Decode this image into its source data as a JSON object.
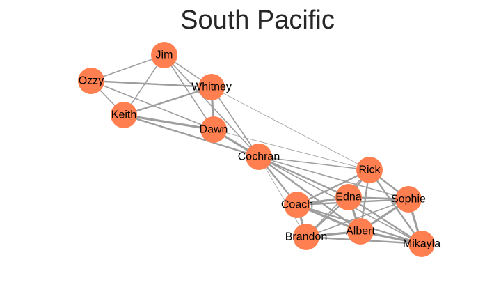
{
  "title": "South Pacific",
  "colors": {
    "node": "#FF7F50",
    "edge": "#9E9E9E",
    "background": "#FFFFFF",
    "title": "#262626",
    "label": "#000000"
  },
  "nodes": [
    "Jim",
    "Ozzy",
    "Whitney",
    "Keith",
    "Dawn",
    "Cochran",
    "Rick",
    "Edna",
    "Sophie",
    "Coach",
    "Albert",
    "Brandon",
    "Mikayla"
  ],
  "edges": [
    {
      "source": "Ozzy",
      "target": "Jim",
      "weight": 2
    },
    {
      "source": "Ozzy",
      "target": "Whitney",
      "weight": 3
    },
    {
      "source": "Ozzy",
      "target": "Keith",
      "weight": 2
    },
    {
      "source": "Ozzy",
      "target": "Dawn",
      "weight": 2
    },
    {
      "source": "Jim",
      "target": "Whitney",
      "weight": 2
    },
    {
      "source": "Jim",
      "target": "Keith",
      "weight": 2
    },
    {
      "source": "Jim",
      "target": "Dawn",
      "weight": 2
    },
    {
      "source": "Jim",
      "target": "Cochran",
      "weight": 2
    },
    {
      "source": "Whitney",
      "target": "Keith",
      "weight": 3
    },
    {
      "source": "Whitney",
      "target": "Dawn",
      "weight": 4
    },
    {
      "source": "Whitney",
      "target": "Cochran",
      "weight": 2
    },
    {
      "source": "Whitney",
      "target": "Rick",
      "weight": 1
    },
    {
      "source": "Keith",
      "target": "Dawn",
      "weight": 4
    },
    {
      "source": "Keith",
      "target": "Cochran",
      "weight": 3
    },
    {
      "source": "Dawn",
      "target": "Cochran",
      "weight": 4
    },
    {
      "source": "Dawn",
      "target": "Rick",
      "weight": 1
    },
    {
      "source": "Cochran",
      "target": "Rick",
      "weight": 2
    },
    {
      "source": "Cochran",
      "target": "Coach",
      "weight": 3
    },
    {
      "source": "Cochran",
      "target": "Edna",
      "weight": 3
    },
    {
      "source": "Cochran",
      "target": "Sophie",
      "weight": 2
    },
    {
      "source": "Cochran",
      "target": "Brandon",
      "weight": 1
    },
    {
      "source": "Cochran",
      "target": "Albert",
      "weight": 3
    },
    {
      "source": "Cochran",
      "target": "Mikayla",
      "weight": 2
    },
    {
      "source": "Rick",
      "target": "Edna",
      "weight": 3
    },
    {
      "source": "Rick",
      "target": "Sophie",
      "weight": 3
    },
    {
      "source": "Rick",
      "target": "Coach",
      "weight": 3
    },
    {
      "source": "Rick",
      "target": "Albert",
      "weight": 3
    },
    {
      "source": "Rick",
      "target": "Mikayla",
      "weight": 3
    },
    {
      "source": "Rick",
      "target": "Brandon",
      "weight": 2
    },
    {
      "source": "Edna",
      "target": "Sophie",
      "weight": 3
    },
    {
      "source": "Edna",
      "target": "Coach",
      "weight": 4
    },
    {
      "source": "Edna",
      "target": "Albert",
      "weight": 4
    },
    {
      "source": "Edna",
      "target": "Brandon",
      "weight": 3
    },
    {
      "source": "Edna",
      "target": "Mikayla",
      "weight": 3
    },
    {
      "source": "Sophie",
      "target": "Coach",
      "weight": 3
    },
    {
      "source": "Sophie",
      "target": "Albert",
      "weight": 4
    },
    {
      "source": "Sophie",
      "target": "Mikayla",
      "weight": 4
    },
    {
      "source": "Sophie",
      "target": "Brandon",
      "weight": 2
    },
    {
      "source": "Coach",
      "target": "Albert",
      "weight": 4
    },
    {
      "source": "Coach",
      "target": "Brandon",
      "weight": 4
    },
    {
      "source": "Coach",
      "target": "Mikayla",
      "weight": 3
    },
    {
      "source": "Albert",
      "target": "Brandon",
      "weight": 4
    },
    {
      "source": "Albert",
      "target": "Mikayla",
      "weight": 4
    },
    {
      "source": "Brandon",
      "target": "Mikayla",
      "weight": 3
    }
  ]
}
